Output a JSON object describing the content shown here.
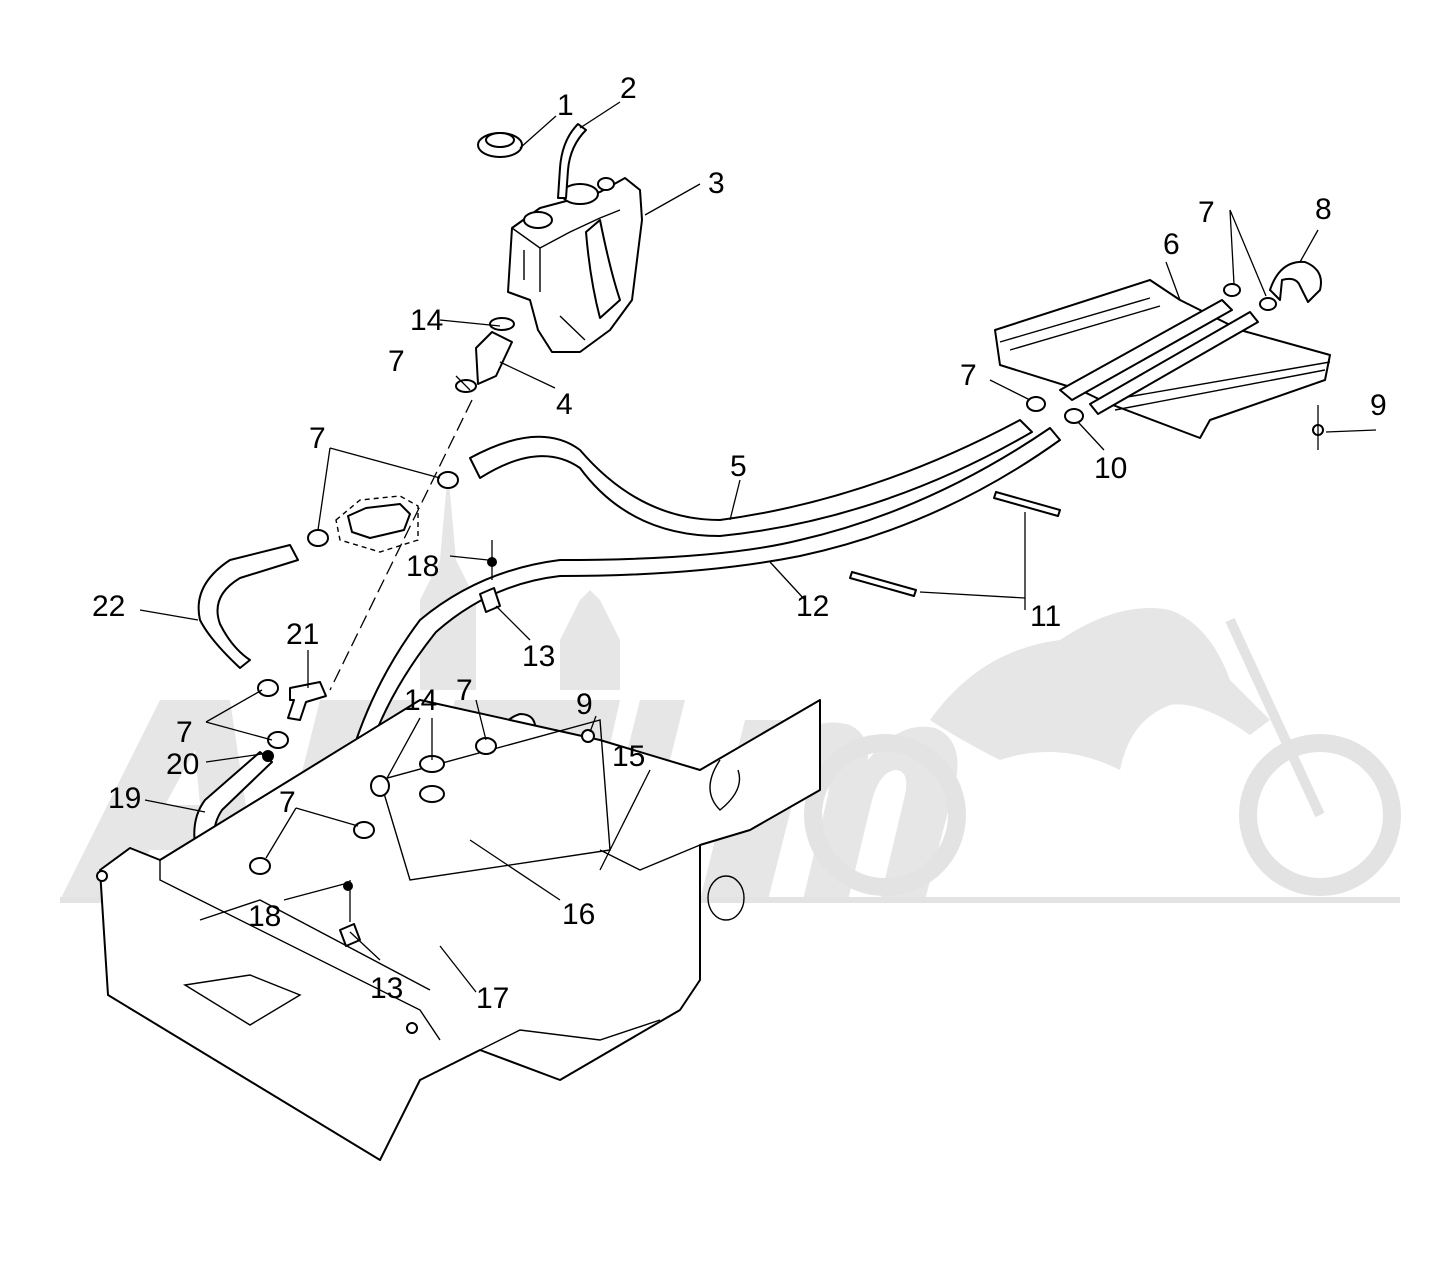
{
  "callouts": [
    {
      "id": "c1",
      "text": "1"
    },
    {
      "id": "c2",
      "text": "2"
    },
    {
      "id": "c3",
      "text": "3"
    },
    {
      "id": "c4",
      "text": "4"
    },
    {
      "id": "c5",
      "text": "5"
    },
    {
      "id": "c6",
      "text": "6"
    },
    {
      "id": "c7a",
      "text": "7"
    },
    {
      "id": "c7b",
      "text": "7"
    },
    {
      "id": "c7c",
      "text": "7"
    },
    {
      "id": "c7d",
      "text": "7"
    },
    {
      "id": "c7e",
      "text": "7"
    },
    {
      "id": "c7f",
      "text": "7"
    },
    {
      "id": "c7g",
      "text": "7"
    },
    {
      "id": "c8",
      "text": "8"
    },
    {
      "id": "c9a",
      "text": "9"
    },
    {
      "id": "c9b",
      "text": "9"
    },
    {
      "id": "c10",
      "text": "10"
    },
    {
      "id": "c11",
      "text": "11"
    },
    {
      "id": "c12",
      "text": "12"
    },
    {
      "id": "c13a",
      "text": "13"
    },
    {
      "id": "c13b",
      "text": "13"
    },
    {
      "id": "c14a",
      "text": "14"
    },
    {
      "id": "c14b",
      "text": "14"
    },
    {
      "id": "c15",
      "text": "15"
    },
    {
      "id": "c16",
      "text": "16"
    },
    {
      "id": "c17",
      "text": "17"
    },
    {
      "id": "c18a",
      "text": "18"
    },
    {
      "id": "c18b",
      "text": "18"
    },
    {
      "id": "c19",
      "text": "19"
    },
    {
      "id": "c20",
      "text": "20"
    },
    {
      "id": "c21",
      "text": "21"
    },
    {
      "id": "c22",
      "text": "22"
    }
  ],
  "watermark": {
    "text": "ARTIMOTO",
    "icon": "motorcycle-watermark-icon",
    "color": "#e6e6e6"
  },
  "colors": {
    "line": "#000000",
    "background": "#ffffff"
  }
}
